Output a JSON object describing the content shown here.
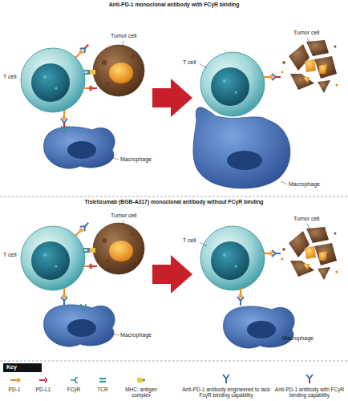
{
  "diagram": {
    "nodes": [
      {
        "text": [
          "Anti-PD-1 monoclonal antibody with FCγR binding"
        ]
      },
      {
        "text": [
          "Tislelizumab (BGB-A317) monoclonal antibody without FCγR binding"
        ]
      }
    ],
    "labels": [
      "Tumor cell",
      "T cell",
      "Macrophage",
      "Tumor cell",
      "T cell",
      "Macrophage",
      "Tumor cell",
      "T cell",
      "Macrophage",
      "Tumor cell",
      "T cell",
      "Macrophage",
      "Key"
    ],
    "legend": [
      {
        "text": "PD-1"
      },
      {
        "text": "PD-L1"
      },
      {
        "text": "FCγR"
      },
      {
        "text": "TCR"
      },
      {
        "text": "MHC: antigen complex"
      },
      {
        "text": "Anti-PD-1 antibody engineered to lack FcγR binding capability"
      },
      {
        "text": "Anti-PD-1 antibody with FCγR binding capability"
      }
    ]
  }
}
